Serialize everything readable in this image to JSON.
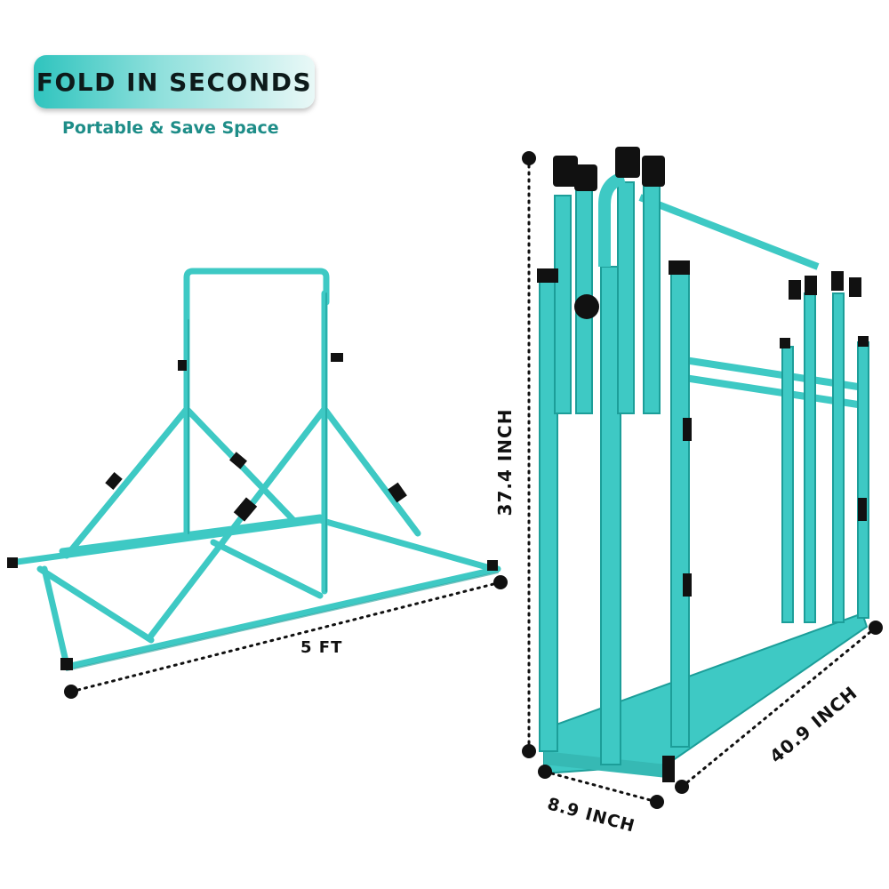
{
  "banner": {
    "title": "FOLD IN SECONDS"
  },
  "subtitle": "Portable & Save Space",
  "dimensions": {
    "length": "5 FT",
    "height": "37.4 INCH",
    "width": "40.9 INCH",
    "depth": "8.9 INCH"
  },
  "colors": {
    "frame": "#3ec9c4",
    "frame_dark": "#1c9e99",
    "joint": "#111111",
    "accent": "#1e8d88"
  }
}
